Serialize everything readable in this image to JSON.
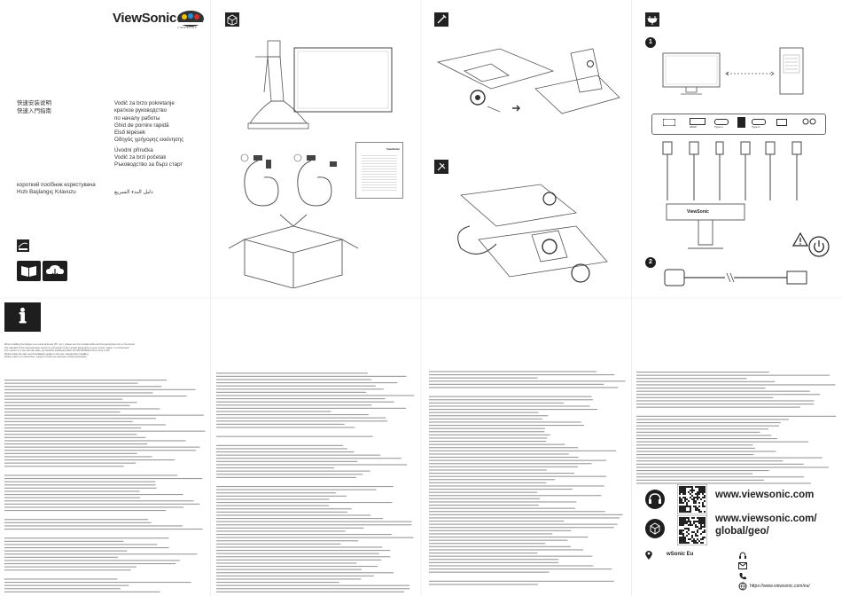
{
  "brand": {
    "name": "ViewSonic",
    "tagline": "VIEWSONIC"
  },
  "languages": {
    "col1": [
      "快速安装说明",
      "快速入門指南"
    ],
    "col2": [
      "Vodič za brzo pokretanje",
      "краткое руководство",
      "по началу работы",
      "Ghid de pornire rapidă",
      "Első lépések",
      "Οδηγός γρήγορης εκκίνησης",
      "Úvodní příručka",
      "Vodič za brzi početak",
      "Ръководство за бърз старт"
    ],
    "col3": [
      "короткий посібник користувача",
      "Hızlı Başlangıç Kılavuzu",
      "دليل البدء السريع"
    ]
  },
  "web": {
    "url1": "www.viewsonic.com",
    "url2a": "www.viewsonic.com/",
    "url2b": "global/geo/",
    "social": "wSonic Eu",
    "support_url": "https://www.viewsonic.com/eu/"
  },
  "monitor": {
    "brand_label": "ViewSonic"
  },
  "ports": [
    "HDMI",
    "Type-C",
    "Type-C"
  ],
  "steps": [
    "1",
    "2"
  ],
  "text_blocks": [
    {
      "lines": [
        "When installing the display in an external device (PC, etc.), please use the included cable and the appropriate port on the device.",
        "The standard of the external power source by connection to the monitor dependent on your country, region, or environment.",
        "The monitor is in use with the cable, and shall be distributed within PC 500 W/600W 3 Ta 0 mirror L 100",
        "Please follow the safe record installation guides in the user manual when installing.",
        "Please make it on instructions, support it under the exposure of high temperature."
      ]
    }
  ]
}
